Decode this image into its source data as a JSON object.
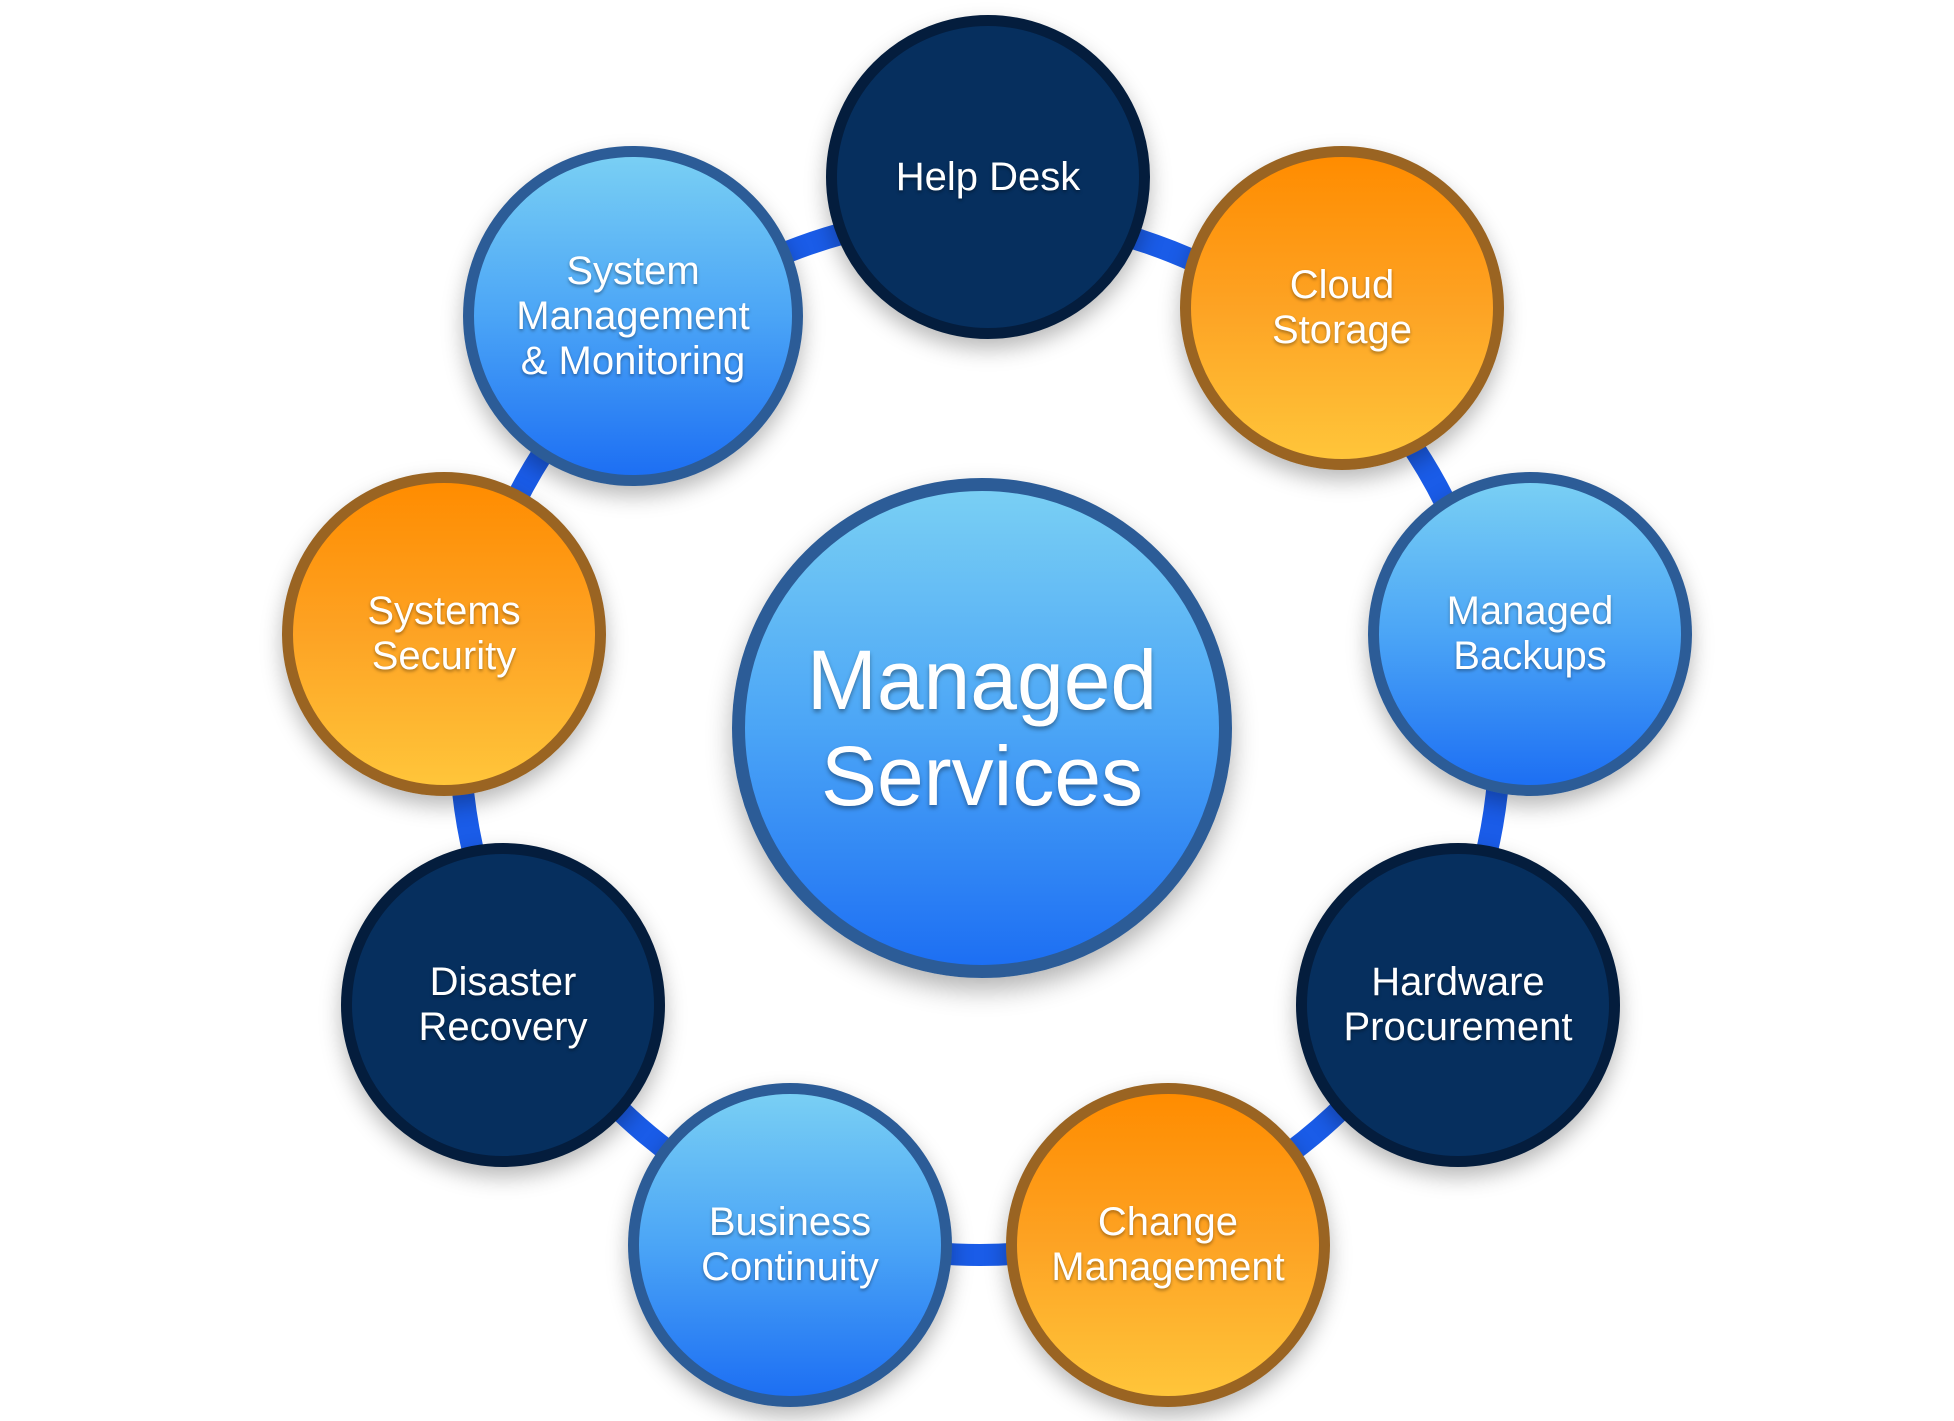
{
  "center": {
    "label": "Managed\nServices"
  },
  "services": [
    {
      "label": "Help Desk",
      "color": "dark"
    },
    {
      "label": "Cloud\nStorage",
      "color": "orange"
    },
    {
      "label": "Managed\nBackups",
      "color": "light"
    },
    {
      "label": "Hardware\nProcurement",
      "color": "dark"
    },
    {
      "label": "Change\nManagement",
      "color": "orange"
    },
    {
      "label": "Business\nContinuity",
      "color": "light"
    },
    {
      "label": "Disaster\nRecovery",
      "color": "dark"
    },
    {
      "label": "Systems\nSecurity",
      "color": "orange"
    },
    {
      "label": "System\nManagement\n& Monitoring",
      "color": "light"
    }
  ],
  "colors": {
    "ring": "#1a5ce8",
    "dark": "#062f5e",
    "orange": "#fd9a1c",
    "light": "#4ba5f6"
  }
}
